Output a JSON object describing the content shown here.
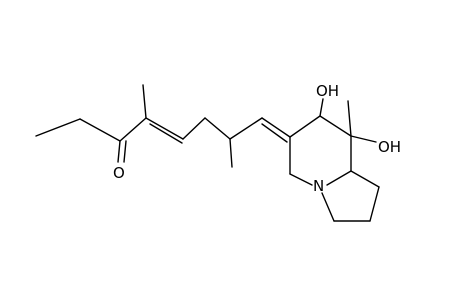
{
  "structure": {
    "atoms": {
      "hydroxyl_top": "OH",
      "hydroxyl_right": "OH",
      "ketone_oxygen": "O",
      "ring_nitrogen": "N"
    },
    "colors": {
      "bond": "#000000",
      "label": "#000000",
      "background": "#ffffff"
    }
  }
}
